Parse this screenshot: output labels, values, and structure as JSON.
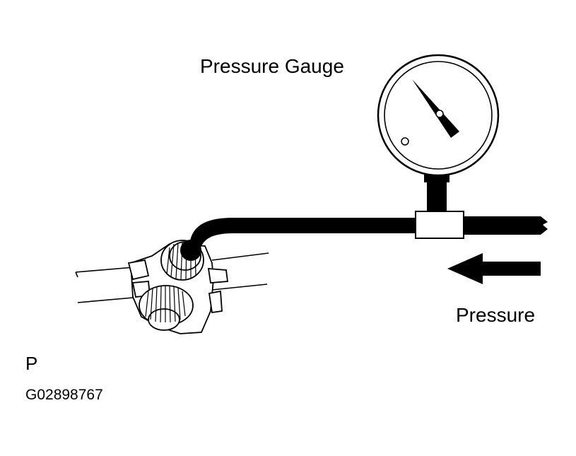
{
  "labels": {
    "gauge": "Pressure Gauge",
    "flow": "Pressure",
    "letter": "P",
    "figure_code": "G02898767"
  },
  "colors": {
    "ink": "#000000",
    "paper": "#ffffff"
  },
  "icons": {
    "gauge": "pressure-gauge-icon",
    "arrow": "left-arrow-icon",
    "valve": "valve-assembly-icon"
  }
}
